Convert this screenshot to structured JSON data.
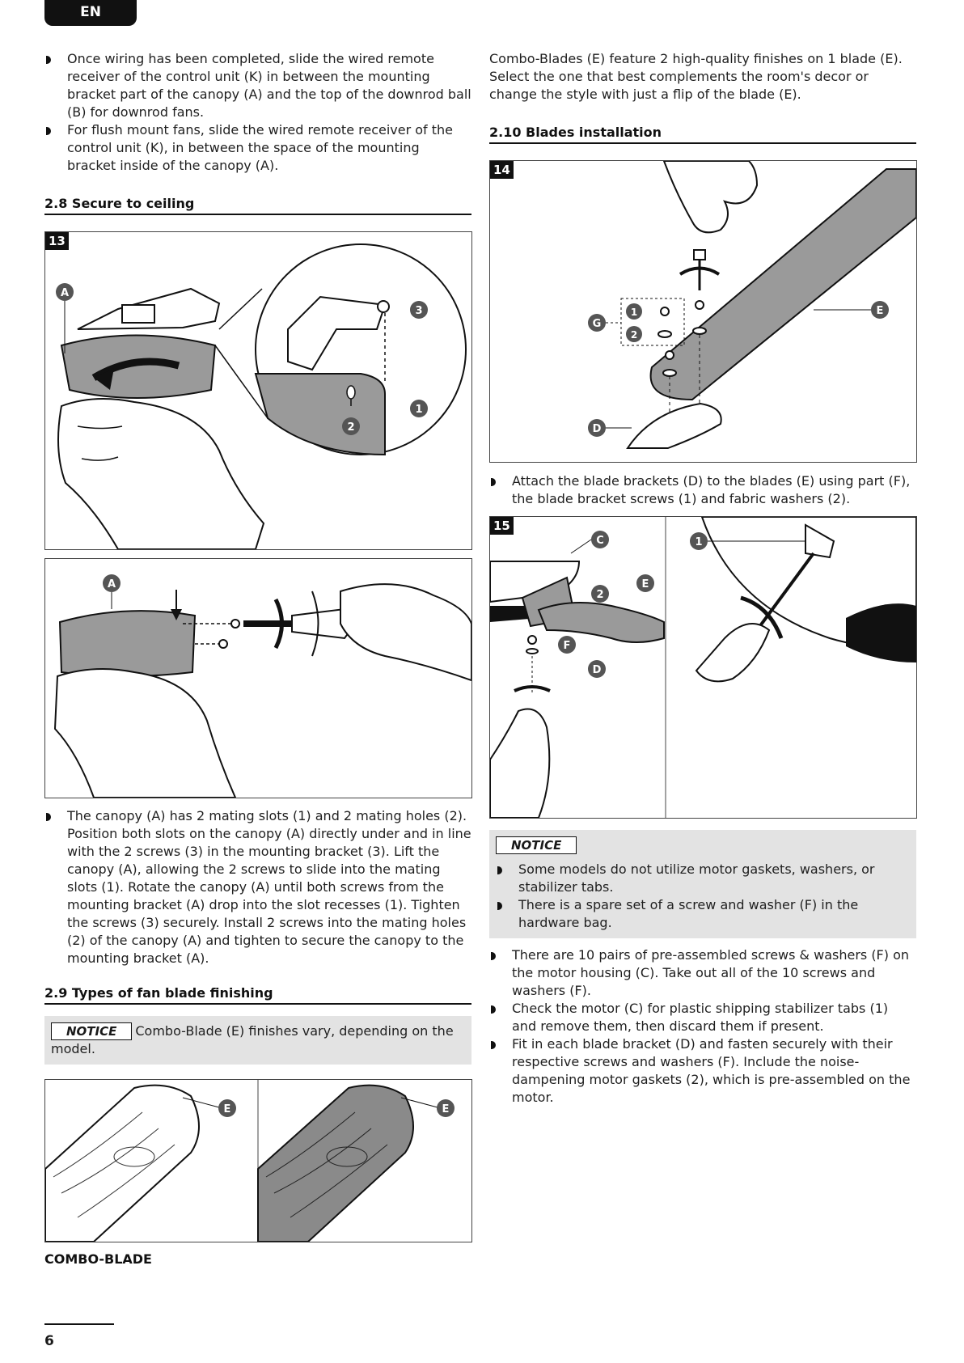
{
  "header": {
    "lang": "EN"
  },
  "left": {
    "intro_bullets": [
      "Once wiring has been completed, slide the wired remote receiver of the control unit (K) in between the mounting bracket part of the canopy (A) and the top of the downrod ball (B) for downrod fans.",
      "For flush mount fans, slide the wired remote receiver of the control unit (K), in between the space of the mounting bracket inside of the canopy (A)."
    ],
    "section_28": "2.8 Secure to ceiling",
    "fig13": {
      "num": "13",
      "labels": [
        "A",
        "3",
        "1",
        "2",
        "A"
      ]
    },
    "canopy_bullet": "The canopy (A) has 2 mating slots (1) and 2 mating holes (2). Position both slots on the canopy (A) directly under and in line with the 2 screws (3) in the mounting bracket (3). Lift the canopy (A), allowing the 2 screws to slide into the mating slots (1). Rotate the canopy (A) until both screws from the mounting bracket (A) drop into the slot recesses (1). Tighten the screws (3) securely. Install 2 screws into the mating holes (2) of the canopy (A) and tighten to secure the canopy to the mounting bracket (A).",
    "section_29": "2.9 Types of fan blade finishing",
    "notice29": {
      "tag": "NOTICE",
      "text": "Combo-Blade (E) finishes vary, depending on the model."
    },
    "blade_fig": {
      "labels": [
        "E",
        "E"
      ]
    },
    "caption": "COMBO-BLADE"
  },
  "right": {
    "intro": "Combo-Blades (E) feature 2 high-quality finishes on 1 blade (E). Select the one that best complements the room's decor or change the style with just a flip of the blade (E).",
    "section_210": "2.10 Blades installation",
    "fig14": {
      "num": "14",
      "labels": [
        "G",
        "1",
        "2",
        "E",
        "D"
      ]
    },
    "attach_bullet": "Attach the blade brackets (D) to the blades (E) using part (F), the blade bracket screws (1) and fabric washers (2).",
    "fig15": {
      "num": "15",
      "labels": [
        "C",
        "2",
        "E",
        "F",
        "D",
        "1"
      ]
    },
    "notice": {
      "tag": "NOTICE",
      "items": [
        "Some models do not utilize motor gaskets, washers, or stabilizer tabs.",
        "There is a spare set of a screw and washer (F) in the hardware bag."
      ]
    },
    "final_bullets": [
      "There are 10 pairs of pre-assembled screws & washers (F) on the motor housing (C). Take out all of the 10 screws and washers (F).",
      "Check the motor (C) for plastic shipping stabilizer tabs (1) and remove them, then discard them if present.",
      "Fit in each blade bracket (D) and fasten securely with their respective screws and washers (F). Include the noise-dampening motor gaskets (2), which is pre-assembled on the motor."
    ]
  },
  "footer": {
    "page": "6"
  }
}
